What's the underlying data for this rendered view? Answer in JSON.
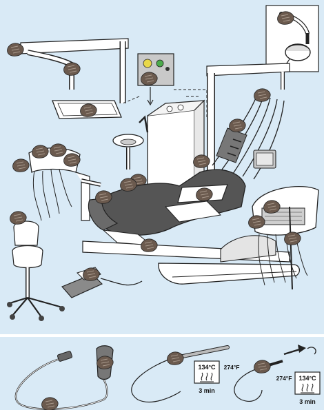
{
  "sterilization_left": {
    "temp_c": "134°C",
    "temp_f": "274°F",
    "duration": "3 min",
    "icon": "steam-autoclave-icon"
  },
  "sterilization_right": {
    "temp_c": "134°C",
    "temp_f": "274°F",
    "duration": "3 min",
    "icon": "steam-autoclave-icon"
  },
  "colors": {
    "background": "#d9eaf6",
    "line": "#222222",
    "glove": "#6b5a4e",
    "seat": "#555555"
  }
}
